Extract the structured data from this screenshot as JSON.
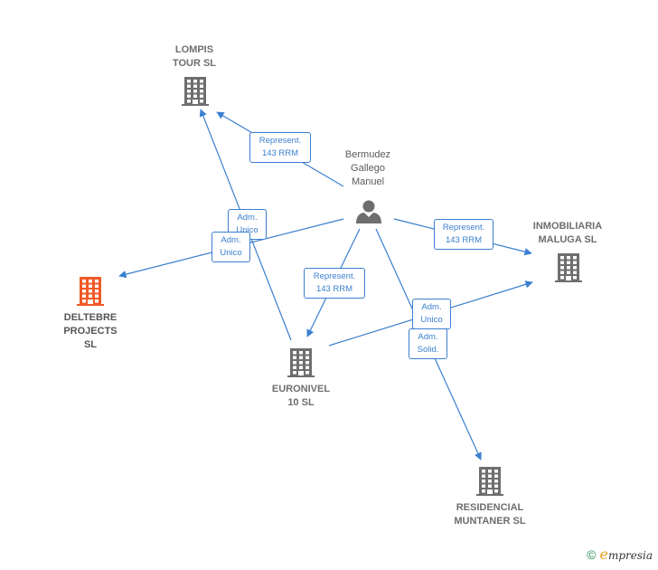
{
  "colors": {
    "edge": "#3b7fd0",
    "company": "#6e6e6e",
    "highlight": "#f05a28",
    "person": "#6e6e6e"
  },
  "nodes": {
    "lompis": {
      "label": "LOMPIS\nTOUR  SL",
      "icon": "building-icon"
    },
    "person": {
      "label": "Bermudez\nGallego\nManuel",
      "icon": "person-icon"
    },
    "inmobiliaria": {
      "label": "INMOBILIARIA\nMALUGA SL",
      "icon": "building-icon"
    },
    "deltebre": {
      "label": "DELTEBRE\nPROJECTS\nSL",
      "icon": "building-icon"
    },
    "euronivel": {
      "label": "EURONIVEL\n10 SL",
      "icon": "building-icon"
    },
    "residencial": {
      "label": "RESIDENCIAL\nMUNTANER  SL",
      "icon": "building-icon"
    }
  },
  "edges": [
    {
      "from": "person",
      "to": "lompis",
      "label": "Represent.\n143 RRM"
    },
    {
      "from": "person",
      "to": "inmobiliaria",
      "label": "Represent.\n143 RRM"
    },
    {
      "from": "person",
      "to": "euronivel",
      "label": "Represent.\n143 RRM"
    },
    {
      "from": "person",
      "to": "deltebre",
      "label": "Adm.\nUnico"
    },
    {
      "from": "euronivel",
      "to": "lompis",
      "label": "Adm.\nUnico"
    },
    {
      "from": "euronivel",
      "to": "inmobiliaria",
      "label": "Adm.\nUnico"
    },
    {
      "from": "person",
      "to": "residencial",
      "label": "Adm.\nSolid."
    }
  ],
  "footer": {
    "copyright": "©",
    "brand_e": "e",
    "brand_rest": "mpresia"
  }
}
